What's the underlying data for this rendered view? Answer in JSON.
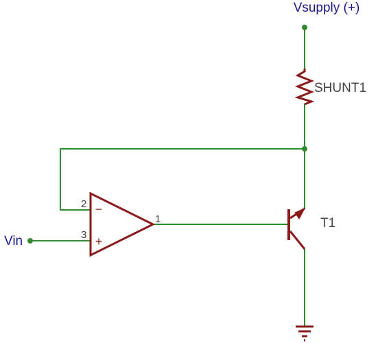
{
  "diagram": {
    "type": "circuit-schematic",
    "colors": {
      "wire": "#2e8b2e",
      "component": "#8b1a1a",
      "net_label": "#1a1a8c",
      "ref_label": "#444444",
      "pin_number": "#444444"
    },
    "nets": {
      "vsupply": "Vsupply (+)",
      "vin": "Vin"
    },
    "components": {
      "shunt": {
        "ref": "SHUNT1",
        "kind": "resistor"
      },
      "transistor": {
        "ref": "T1",
        "kind": "npn-transistor"
      },
      "opamp": {
        "kind": "op-amp",
        "pins": {
          "inverting": "2",
          "non_inverting": "3",
          "output": "1"
        },
        "symbols": {
          "inverting": "−",
          "non_inverting": "+"
        }
      },
      "ground": {
        "kind": "ground-symbol"
      }
    }
  }
}
